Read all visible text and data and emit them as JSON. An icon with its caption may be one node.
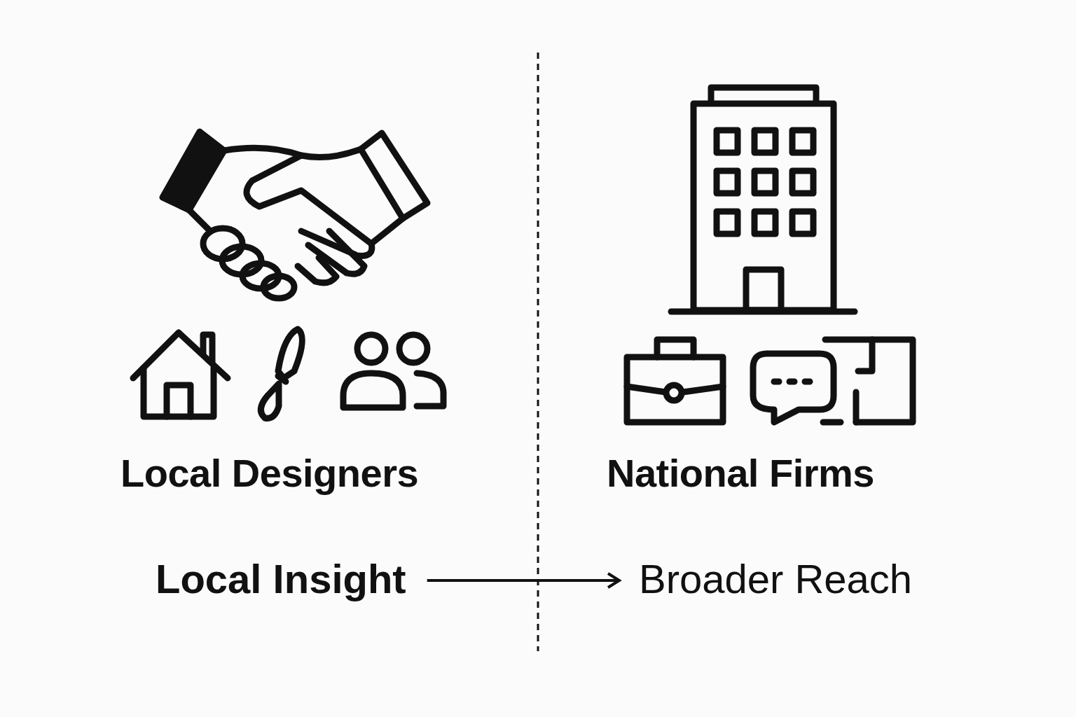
{
  "diagram": {
    "nodes": [
      {
        "text": [
          "Local Insight"
        ]
      },
      {
        "text": [
          "Broader Reach"
        ]
      }
    ],
    "edges": [
      {
        "from": 0,
        "to": 1,
        "arrow": "to"
      }
    ],
    "labels": [
      "Local Designers",
      "National Firms"
    ]
  }
}
